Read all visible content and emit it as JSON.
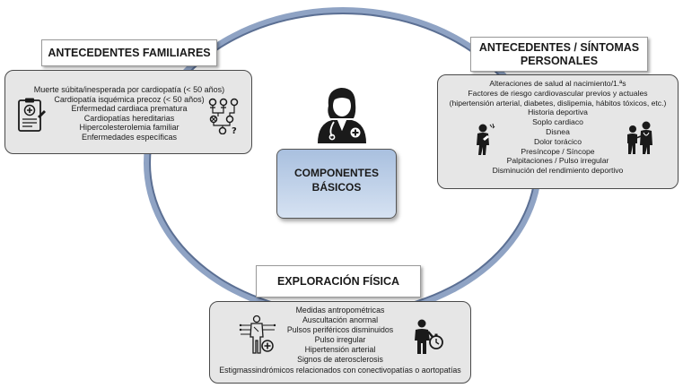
{
  "center": {
    "line1": "COMPONENTES",
    "line2": "BÁSICOS"
  },
  "familiares": {
    "title": "ANTECEDENTES FAMILIARES",
    "items": [
      "Muerte súbita/inesperada por cardiopatía (< 50 años)",
      "Cardiopatía isquémica precoz (< 50 años)",
      "Enfermedad cardiaca prematura",
      "Cardiopatías hereditarias",
      "Hipercolesterolemia familiar",
      "Enfermedades específicas"
    ]
  },
  "personales": {
    "title_line1": "ANTECEDENTES / SÍNTOMAS",
    "title_line2": "PERSONALES",
    "items": [
      "Alteraciones de salud al nacimiento/1.ªs",
      "Factores de riesgo cardiovascular previos y actuales",
      "(hipertensión arterial, diabetes, dislipemia, hábitos tóxicos, etc.)",
      "Historia deportiva",
      "Soplo cardiaco",
      "Disnea",
      "Dolor torácico",
      "Presíncope / Síncope",
      "Palpitaciones / Pulso irregular",
      "Disminución del rendimiento deportivo"
    ]
  },
  "exploracion": {
    "title": "EXPLORACIÓN FÍSICA",
    "items": [
      "Medidas antropométricas",
      "Auscultación anormal",
      "Pulsos periféricos disminuidos",
      "Pulso irregular",
      "Hipertensión arterial",
      "Signos de aterosclerosis",
      "Estigmassindrómicos relacionados con conectivopatías o aortopatías"
    ]
  },
  "icons": {
    "doctor": "doctor-icon",
    "clipboard": "medical-clipboard-icon",
    "family_tree": "family-tree-icon",
    "chest_pain": "chest-pain-person-icon",
    "consultation": "doctor-patient-icon",
    "body_exam": "body-examination-icon",
    "pulse_check": "person-stopwatch-icon"
  }
}
